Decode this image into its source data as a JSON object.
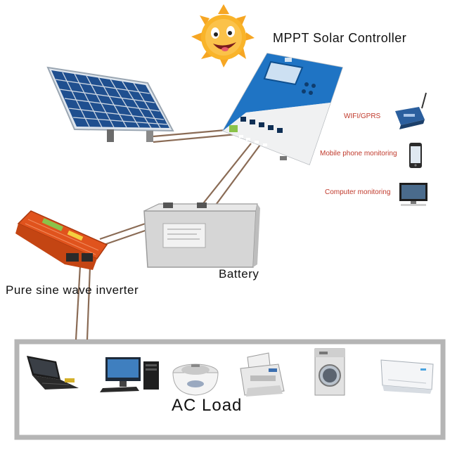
{
  "title": "MPPT Solar Controller",
  "labels": {
    "wifi": "WIFI/GPRS",
    "mobile": "Mobile phone monitoring",
    "computer": "Computer monitoring",
    "battery": "Battery",
    "inverter": "Pure sine wave inverter",
    "ac_load": "AC Load"
  },
  "colors": {
    "controller": "#1f74c4",
    "inverter": "#e0531d",
    "battery": "#d6d6d6",
    "wire": "#8a6b55",
    "frame": "#b5b5b5",
    "sun": "#f6a623",
    "monitor_text": "#c0392b"
  },
  "icons": {
    "sun": "sun-mascot-icon",
    "solar_panel": "solar-panel-icon",
    "controller": "mppt-controller-icon",
    "battery": "battery-icon",
    "inverter": "inverter-icon",
    "wifi_module": "wifi-gprs-module-icon",
    "phone": "mobile-phone-icon",
    "computer": "computer-monitor-icon",
    "loads": [
      "laptop-icon",
      "desktop-pc-icon",
      "rice-cooker-icon",
      "printer-icon",
      "washing-machine-icon",
      "air-conditioner-icon"
    ]
  }
}
